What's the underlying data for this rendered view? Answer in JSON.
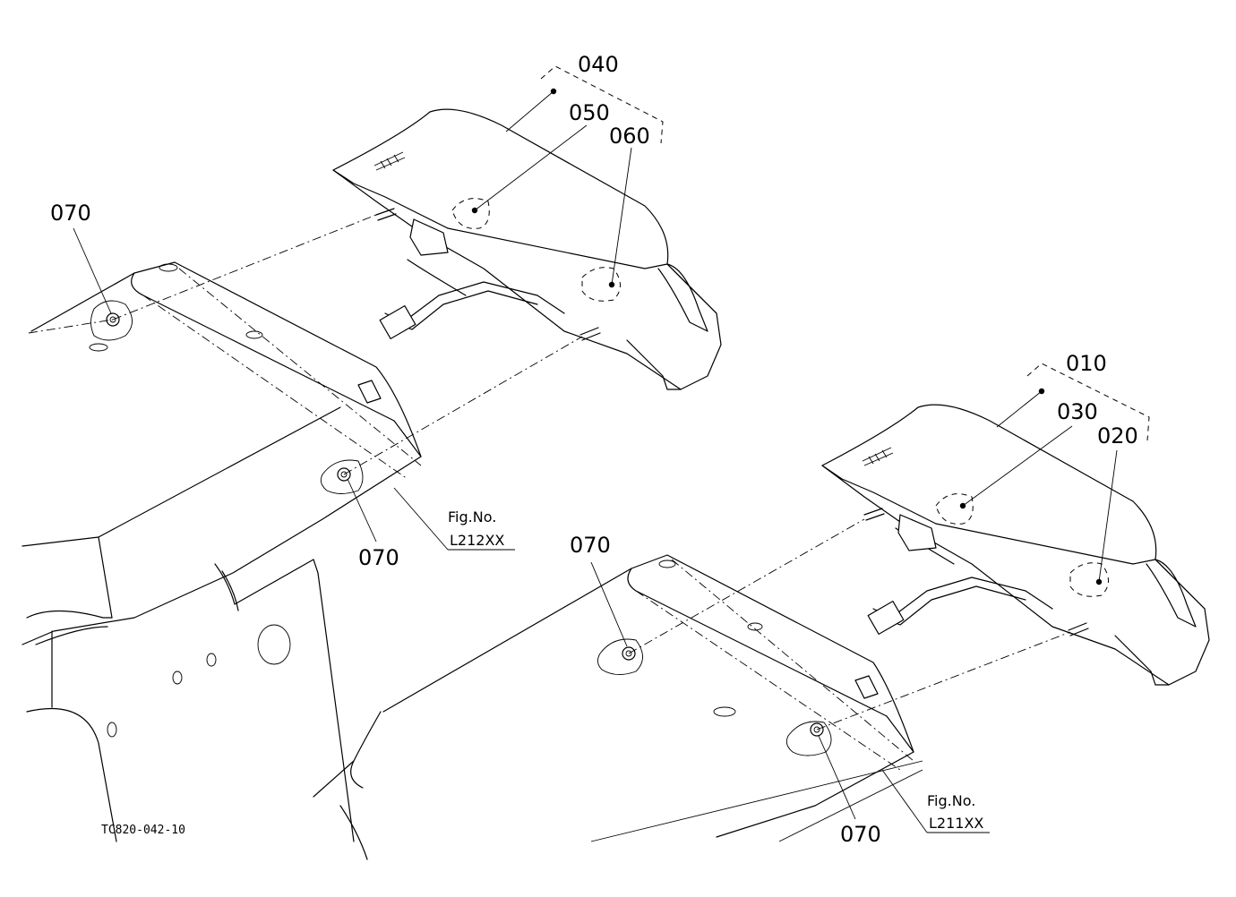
{
  "callouts": {
    "c040": "040",
    "c050": "050",
    "c060": "060",
    "c070_a": "070",
    "c070_b": "070",
    "c010": "010",
    "c030": "030",
    "c020": "020",
    "c070_c": "070",
    "c070_d": "070"
  },
  "figure_refs": {
    "left": {
      "label": "Fig.No.",
      "number": "L212XX"
    },
    "right": {
      "label": "Fig.No.",
      "number": "L211XX"
    }
  },
  "drawing_code": "TC820-042-10"
}
